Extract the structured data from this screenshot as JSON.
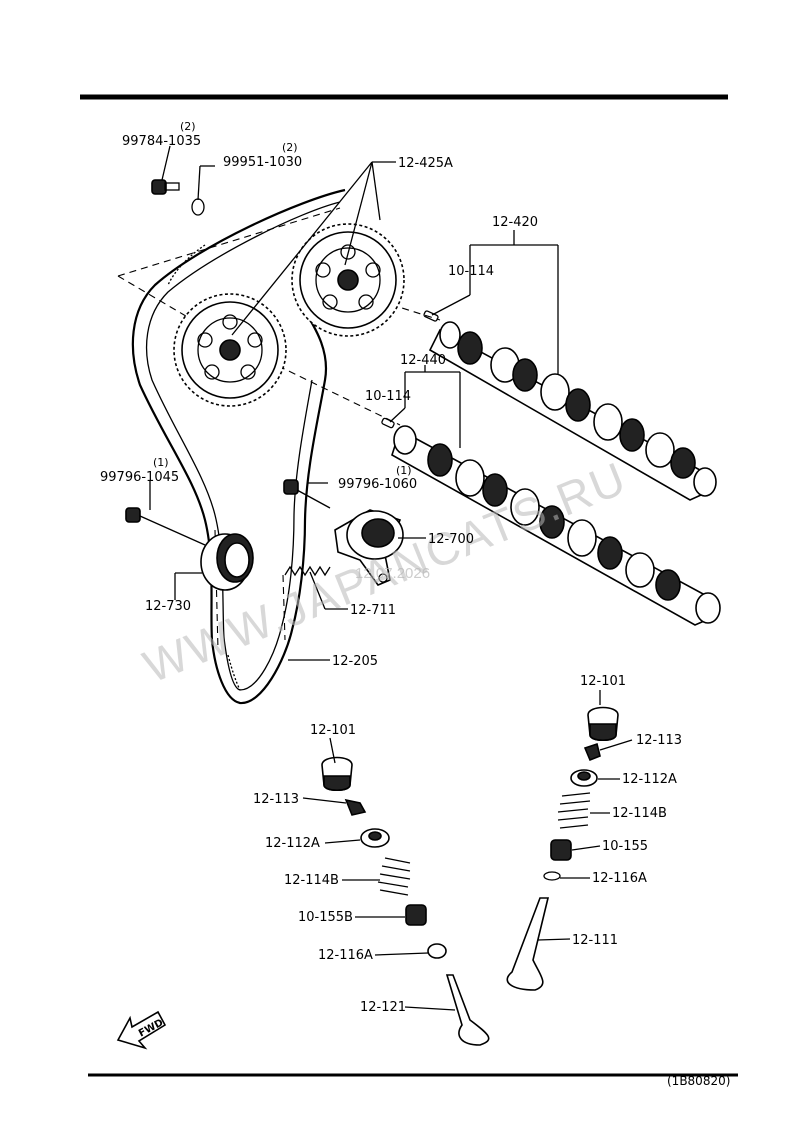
{
  "diagram_code": "(1B80820)",
  "watermark": "WWW.JAPANCATS.RU",
  "watermark_date": "12.07.2026",
  "fwd_label": "FWD",
  "labels": {
    "bolt_top": "99784-1035",
    "bolt_top_qty": "(2)",
    "washer_top": "99951-1030",
    "washer_top_qty": "(2)",
    "pulley": "12-425A",
    "camshaft_upper": "12-420",
    "pin_upper": "10-114",
    "camshaft_lower": "12-440",
    "pin_lower": "10-114",
    "bolt_idler": "99796-1045",
    "bolt_idler_qty": "(1)",
    "bolt_tensioner": "99796-1060",
    "bolt_tensioner_qty": "(1)",
    "tensioner": "12-700",
    "idler": "12-730",
    "spring": "12-711",
    "belt": "12-205",
    "left_seal": "12-101",
    "left_keeper": "12-113",
    "left_retainer": "12-112A",
    "left_spring": "12-114B",
    "left_stem_seal": "10-155B",
    "left_seat": "12-116A",
    "left_valve": "12-121",
    "right_seal": "12-101",
    "right_keeper": "12-113",
    "right_retainer": "12-112A",
    "right_spring": "12-114B",
    "right_stem_seal": "10-155",
    "right_seat": "12-116A",
    "right_valve": "12-111"
  }
}
